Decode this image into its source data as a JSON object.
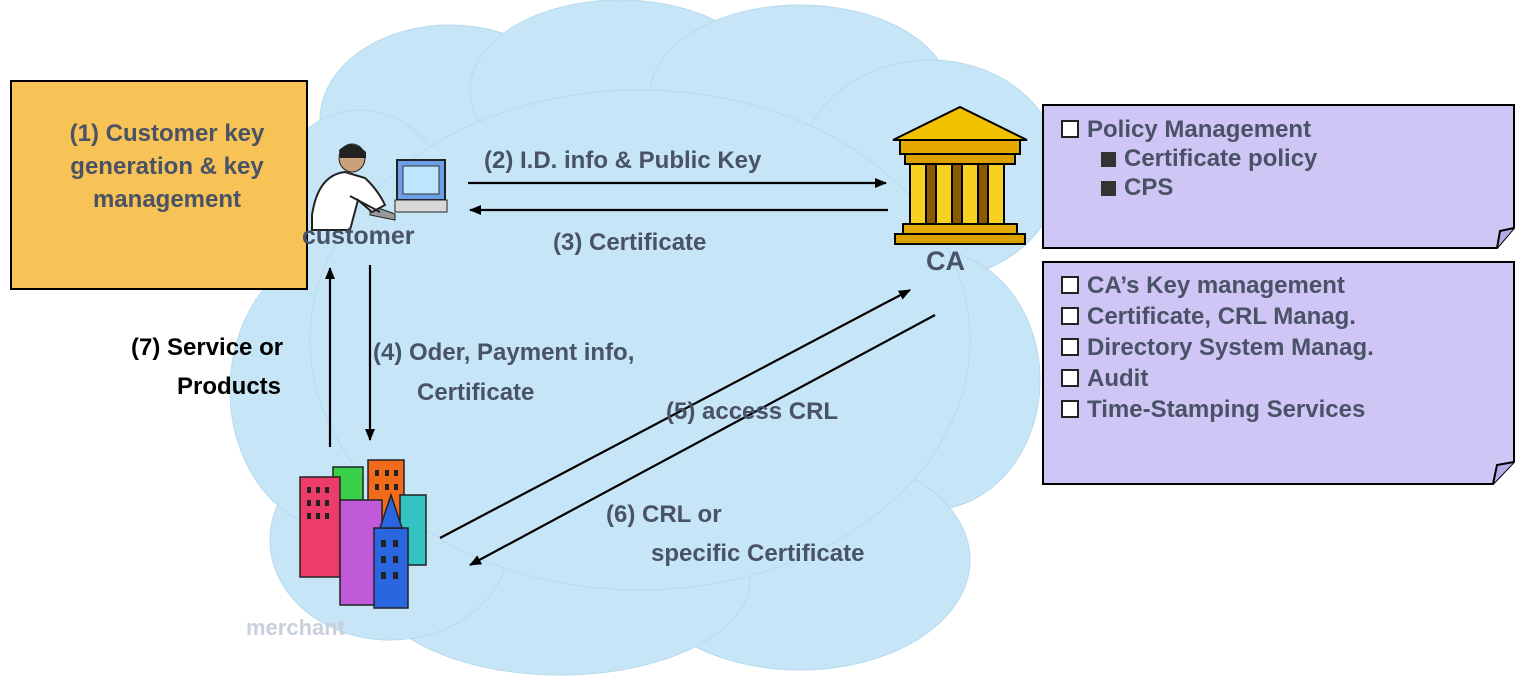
{
  "nodes": {
    "key_generation_label": "(1) Customer key generation & key management",
    "customer_label": "customer",
    "ca_label": "CA",
    "merchant_label": "merchant"
  },
  "arrows": {
    "id_info": "(2)  I.D. info & Public Key",
    "certificate": "(3)  Certificate",
    "order_line1": "(4) Oder, Payment info,",
    "order_line2": "Certificate",
    "access_crl": "(5) access CRL",
    "crl_line1": "(6) CRL or",
    "crl_line2": "specific Certificate",
    "service_line1": "(7) Service or",
    "service_line2": "Products"
  },
  "policy_note": {
    "heading": "Policy Management",
    "items": [
      "Certificate policy",
      "CPS"
    ]
  },
  "ca_functions_note": {
    "items": [
      "CA’s Key management",
      "Certificate, CRL Manag.",
      "Directory System Manag.",
      "Audit",
      "Time-Stamping Services"
    ]
  },
  "colors": {
    "cloud": "#c6e6f8",
    "key_box": "#f7c256",
    "note": "#cfc6f5",
    "text": "#4a5266"
  }
}
